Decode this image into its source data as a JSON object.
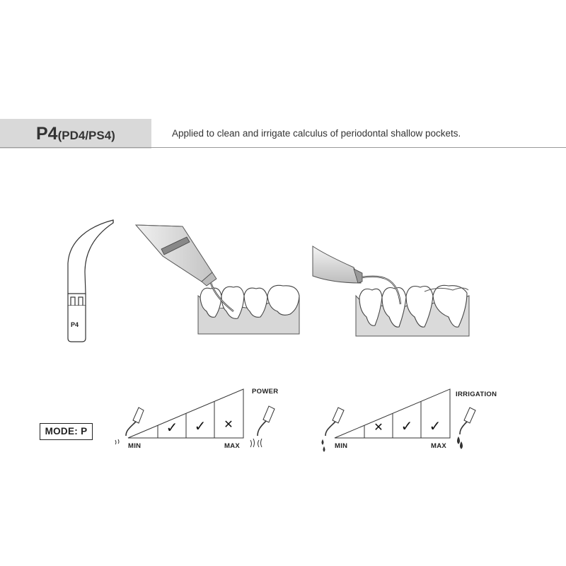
{
  "header": {
    "model": "P4",
    "model_variants": "(PD4/PS4)",
    "description": "Applied to clean and irrigate calculus of periodontal shallow pockets."
  },
  "tip": {
    "label": "P4"
  },
  "mode": {
    "label": "MODE: P"
  },
  "power_scale": {
    "title": "POWER",
    "min_label": "MIN",
    "max_label": "MAX",
    "levels": [
      "✓",
      "✓",
      "✕"
    ]
  },
  "irrigation_scale": {
    "title": "IRRIGATION",
    "min_label": "MIN",
    "max_label": "MAX",
    "levels": [
      "✕",
      "✓",
      "✓"
    ]
  },
  "icons": [
    "scaler-tip-icon",
    "handpiece-on-teeth-illustration",
    "handpiece-in-pocket-illustration",
    "low-power-tip-icon",
    "high-power-tip-icon",
    "water-drop-icon"
  ]
}
